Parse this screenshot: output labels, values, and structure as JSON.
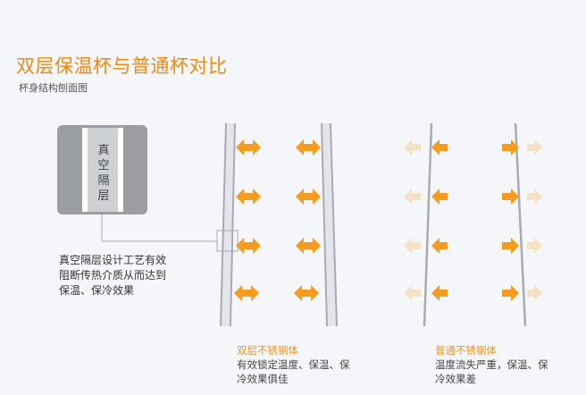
{
  "title": "双层保温杯与普通杯对比",
  "subtitle": "杯身结构刨面图",
  "vacuum_label": "真空隔层",
  "vacuum_desc": "真空隔层设计工艺有效阻断传热介质从而达到保温、保冷效果",
  "double_cup": {
    "heading": "双层不锈钢体",
    "desc": "有效锁定温度、保温、保冷效果俱佳"
  },
  "normal_cup": {
    "heading": "普通不锈钢体",
    "desc": "温度流失严重，保温、保冷效果差"
  },
  "colors": {
    "accent": "#f39c1f",
    "accent_faded": "#f3e2c6",
    "wall": "#a9abb0"
  }
}
